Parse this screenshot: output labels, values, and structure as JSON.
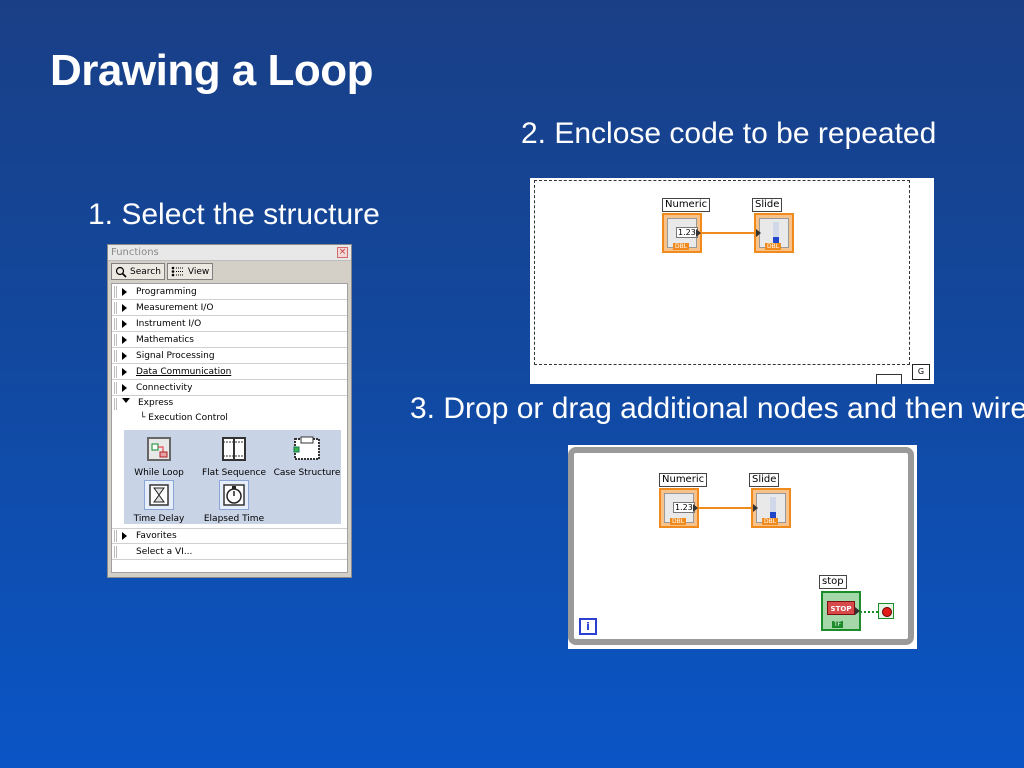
{
  "title": "Drawing a Loop",
  "steps": {
    "s1": "1. Select the structure",
    "s2": "2. Enclose code to be repeated",
    "s3": "3. Drop or drag additional nodes and then wire"
  },
  "palette": {
    "title": "Functions",
    "close": "×",
    "search": "Search",
    "view": "View",
    "categories": [
      "Programming",
      "Measurement I/O",
      "Instrument I/O",
      "Mathematics",
      "Signal Processing",
      "Data Communication",
      "Connectivity"
    ],
    "express": "Express",
    "execution_control": "Execution Control",
    "icons": [
      "While Loop",
      "Flat Sequence",
      "Case Structure",
      "Time Delay",
      "Elapsed Time"
    ],
    "favorites": "Favorites",
    "select_vi": "Select a VI..."
  },
  "diagram": {
    "numeric": "Numeric",
    "slide": "Slide",
    "num_value": "1.23",
    "dbl": "DBL",
    "cond_letter": "G",
    "stop_label": "stop",
    "stop_button": "STOP",
    "tf": "TF",
    "iteration": "i"
  },
  "colors": {
    "background_top": "#1a3f86",
    "background_bottom": "#0a55c6",
    "numeric_orange": "#f08a1c",
    "boolean_green": "#1c8c2a",
    "iteration_blue": "#2a3fd1"
  }
}
